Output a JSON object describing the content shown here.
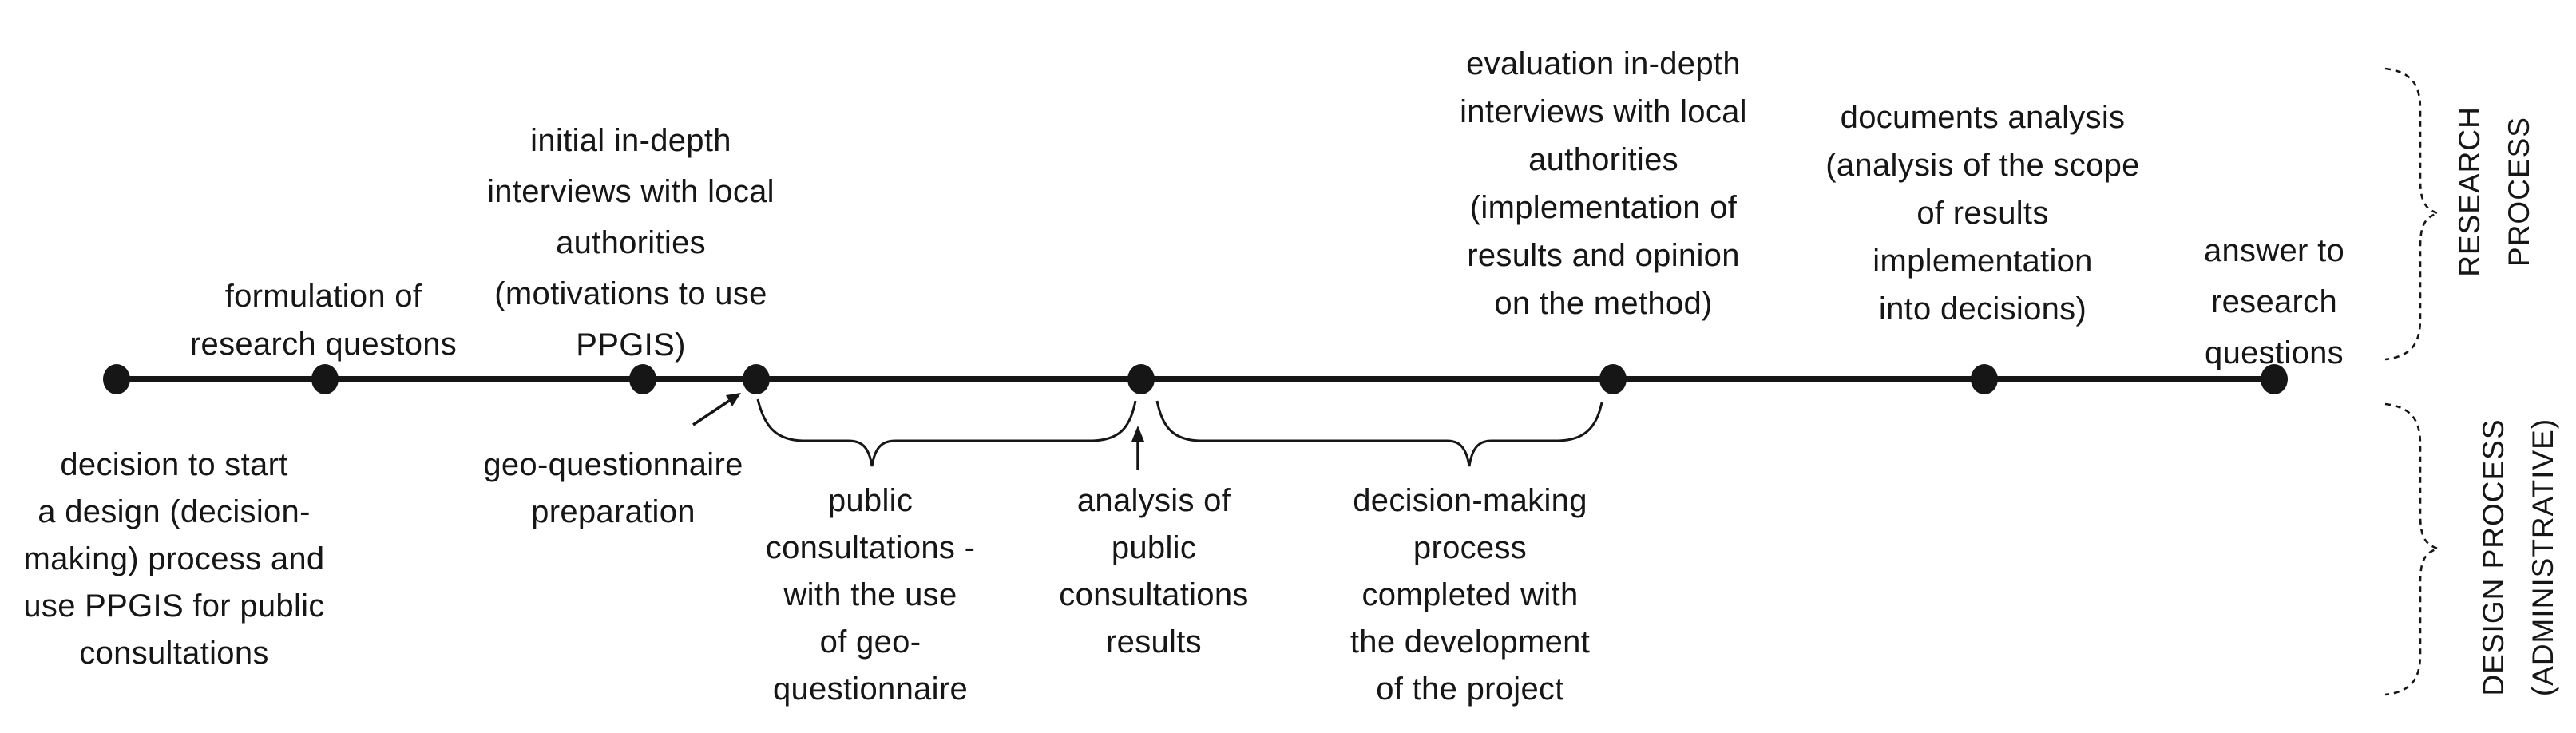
{
  "colors": {
    "ink": "#161616",
    "background": "#ffffff"
  },
  "research_process": {
    "side_label": "RESEARCH PROCESS",
    "steps": {
      "formulation": "formulation of\nresearch questons",
      "initial_interviews": "initial in-depth\ninterviews with local\nauthorities\n(motivations to use\nPPGIS)",
      "evaluation_interviews": "evaluation in-depth\ninterviews with local\nauthorities\n(implementation of\nresults and opinion\non the method)",
      "documents_analysis": "documents analysis\n(analysis of the scope\nof results\nimplementation\ninto decisions)",
      "answer": "answer to\nresearch\nquestions"
    }
  },
  "design_process": {
    "side_label": "DESIGN PROCESS\n(ADMINISTRATIVE)",
    "steps": {
      "decision_to_start": "decision to start\na design (decision-\nmaking) process and\nuse PPGIS for public\nconsultations",
      "geo_questionnaire": "geo-questionnaire\npreparation",
      "public_consultations": "public\nconsultations -\nwith the use\nof geo-\nquestionnaire",
      "analysis_results": "analysis of\npublic\nconsultations\nresults",
      "decision_completed": "decision-making\nprocess\ncompleted with\nthe development\nof the project"
    }
  },
  "timeline": {
    "dot_count": "8"
  }
}
